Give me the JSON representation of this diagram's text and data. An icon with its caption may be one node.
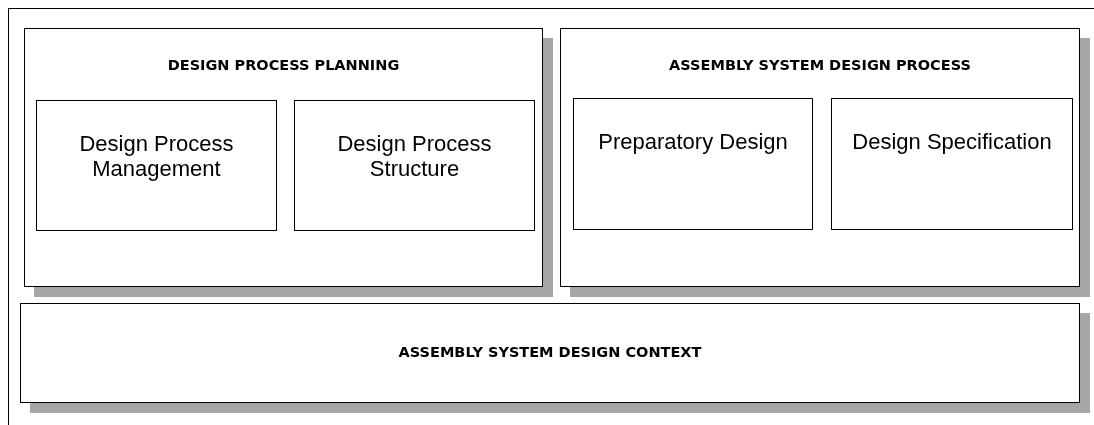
{
  "diagram": {
    "nodes": [
      {
        "text": [
          "DESIGN PROCESS PLANNING"
        ]
      },
      {
        "text": [
          "Design Process Management"
        ],
        "in": 0
      },
      {
        "text": [
          "Design Process Structure"
        ],
        "in": 0
      },
      {
        "text": [
          "ASSEMBLY SYSTEM DESIGN PROCESS"
        ]
      },
      {
        "text": [
          "Preparatory Design"
        ],
        "in": 3
      },
      {
        "text": [
          "Design Specification"
        ],
        "in": 3
      },
      {
        "text": [
          "ASSEMBLY SYSTEM DESIGN CONTEXT"
        ]
      }
    ]
  }
}
